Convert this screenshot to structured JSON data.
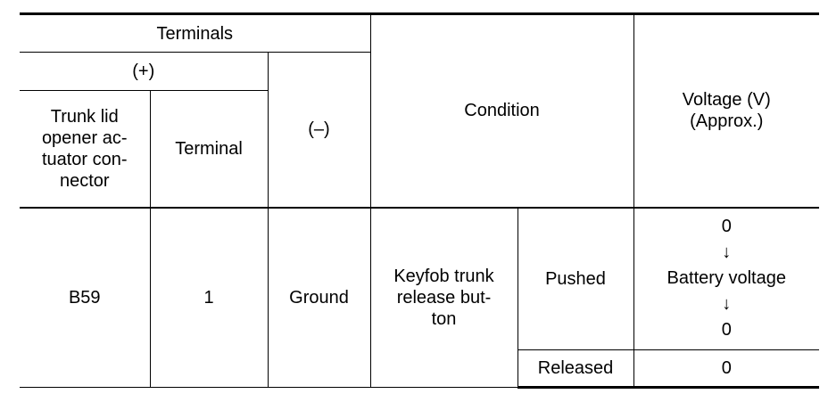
{
  "table": {
    "header": {
      "terminals": "Terminals",
      "plus": "(+)",
      "connector_lines": [
        "Trunk lid",
        "opener ac-",
        "tuator con-",
        "nector"
      ],
      "terminal": "Terminal",
      "minus": "(–)",
      "condition": "Condition",
      "voltage_lines": [
        "Voltage (V)",
        "(Approx.)"
      ]
    },
    "row": {
      "connector": "B59",
      "terminal": "1",
      "minus": "Ground",
      "condition_lines": [
        "Keyfob trunk",
        "release but-",
        "ton"
      ],
      "states": [
        {
          "state": "Pushed",
          "voltage_lines": [
            "0",
            "↓",
            "Battery voltage",
            "↓",
            "0"
          ]
        },
        {
          "state": "Released",
          "voltage_lines": [
            "0"
          ]
        }
      ]
    }
  }
}
